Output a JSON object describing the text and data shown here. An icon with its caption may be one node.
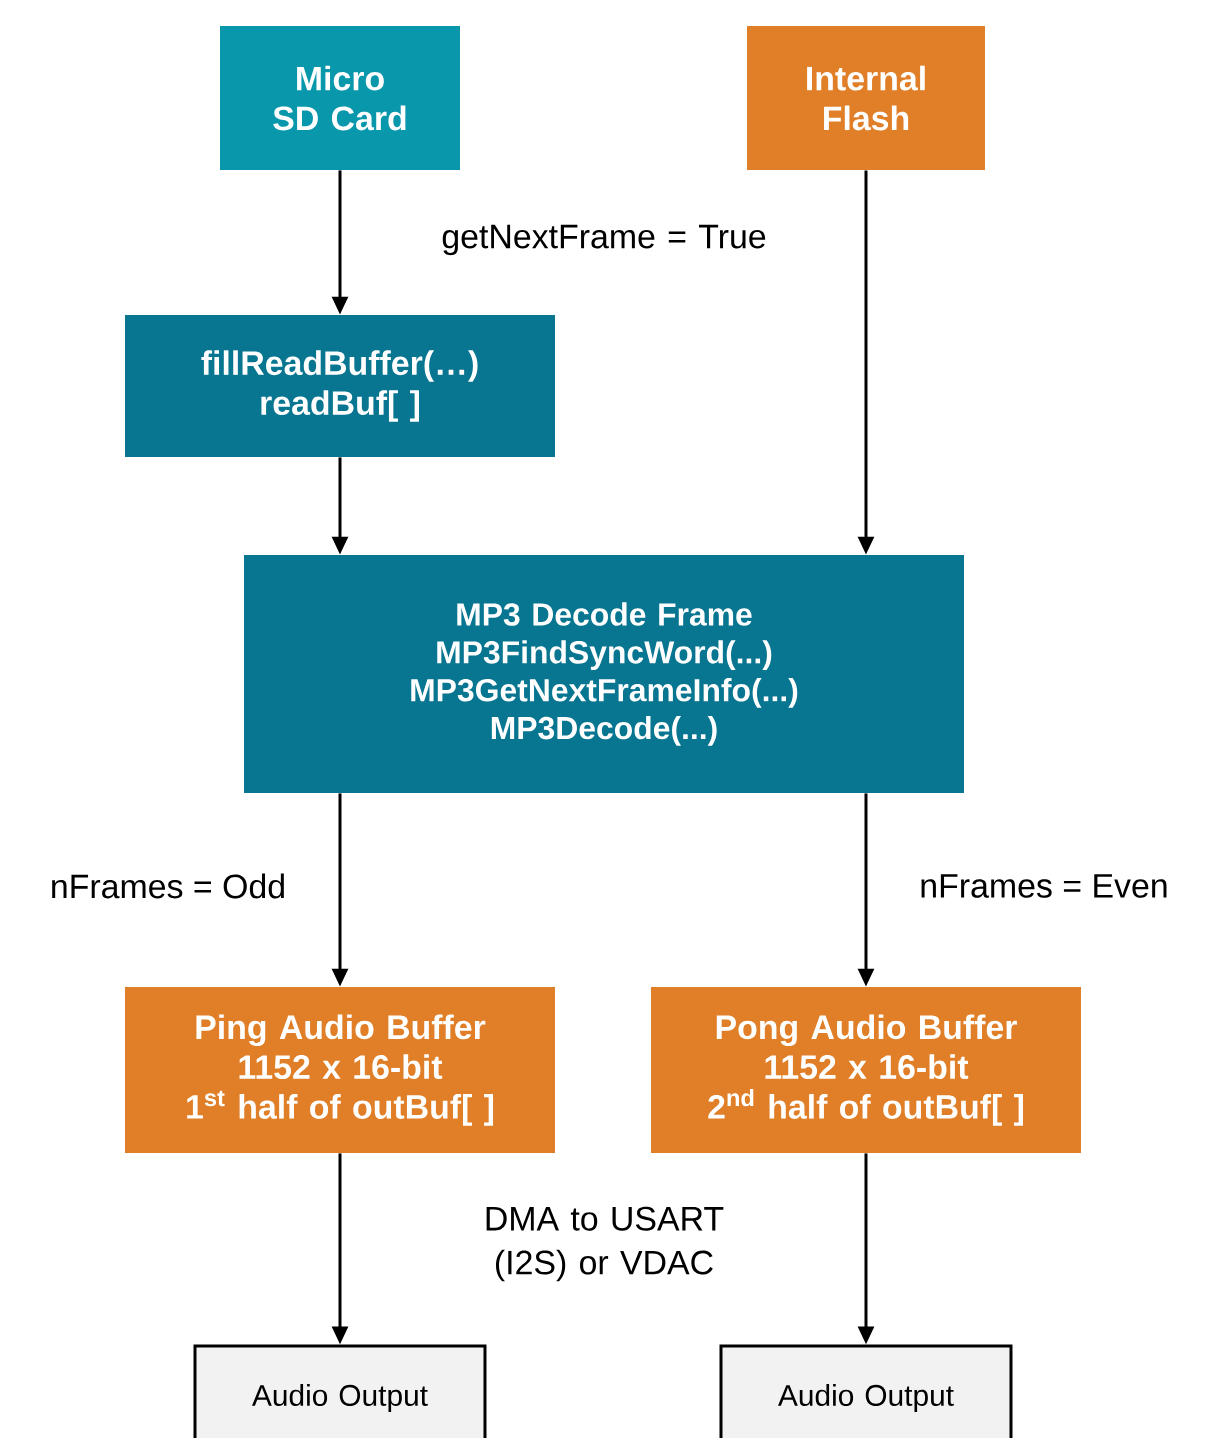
{
  "diagram": {
    "nodes": [
      {
        "text": [
          "Micro SD Card"
        ]
      },
      {
        "text": [
          "Internal Flash"
        ]
      },
      {
        "text": [
          "fillReadBuffer(…)",
          "readBuf[ ]"
        ]
      },
      {
        "text": [
          "MP3 Decode Frame",
          "MP3FindSyncWord(...)",
          "MP3GetNextFrameInfo(...)",
          "MP3Decode(...)"
        ]
      },
      {
        "text": [
          "Ping Audio Buffer",
          "1152 x 16-bit",
          "1$^{st}$ half of outBuf[ ]"
        ]
      },
      {
        "text": [
          "Pong Audio Buffer",
          "1152 x 16-bit",
          "2$^{nd}$ half of outBuf[ ]"
        ]
      },
      {
        "text": [
          "Audio Output"
        ]
      },
      {
        "text": [
          "Audio Output"
        ]
      }
    ],
    "edges": [
      {
        "from": 0,
        "to": 2,
        "arrow": "to"
      },
      {
        "from": 2,
        "to": 3,
        "arrow": "to"
      },
      {
        "from": 1,
        "to": 3,
        "arrow": "to"
      },
      {
        "from": 3,
        "to": 4,
        "arrow": "to",
        "label": "nFrames = Odd"
      },
      {
        "from": 3,
        "to": 5,
        "arrow": "to",
        "label": "nFrames = Even"
      },
      {
        "from": 4,
        "to": 6,
        "arrow": "to"
      },
      {
        "from": 5,
        "to": 7,
        "arrow": "to"
      }
    ],
    "labels": [
      "getNextFrame = True",
      "DMA to USART (I2S) or VDAC"
    ]
  }
}
